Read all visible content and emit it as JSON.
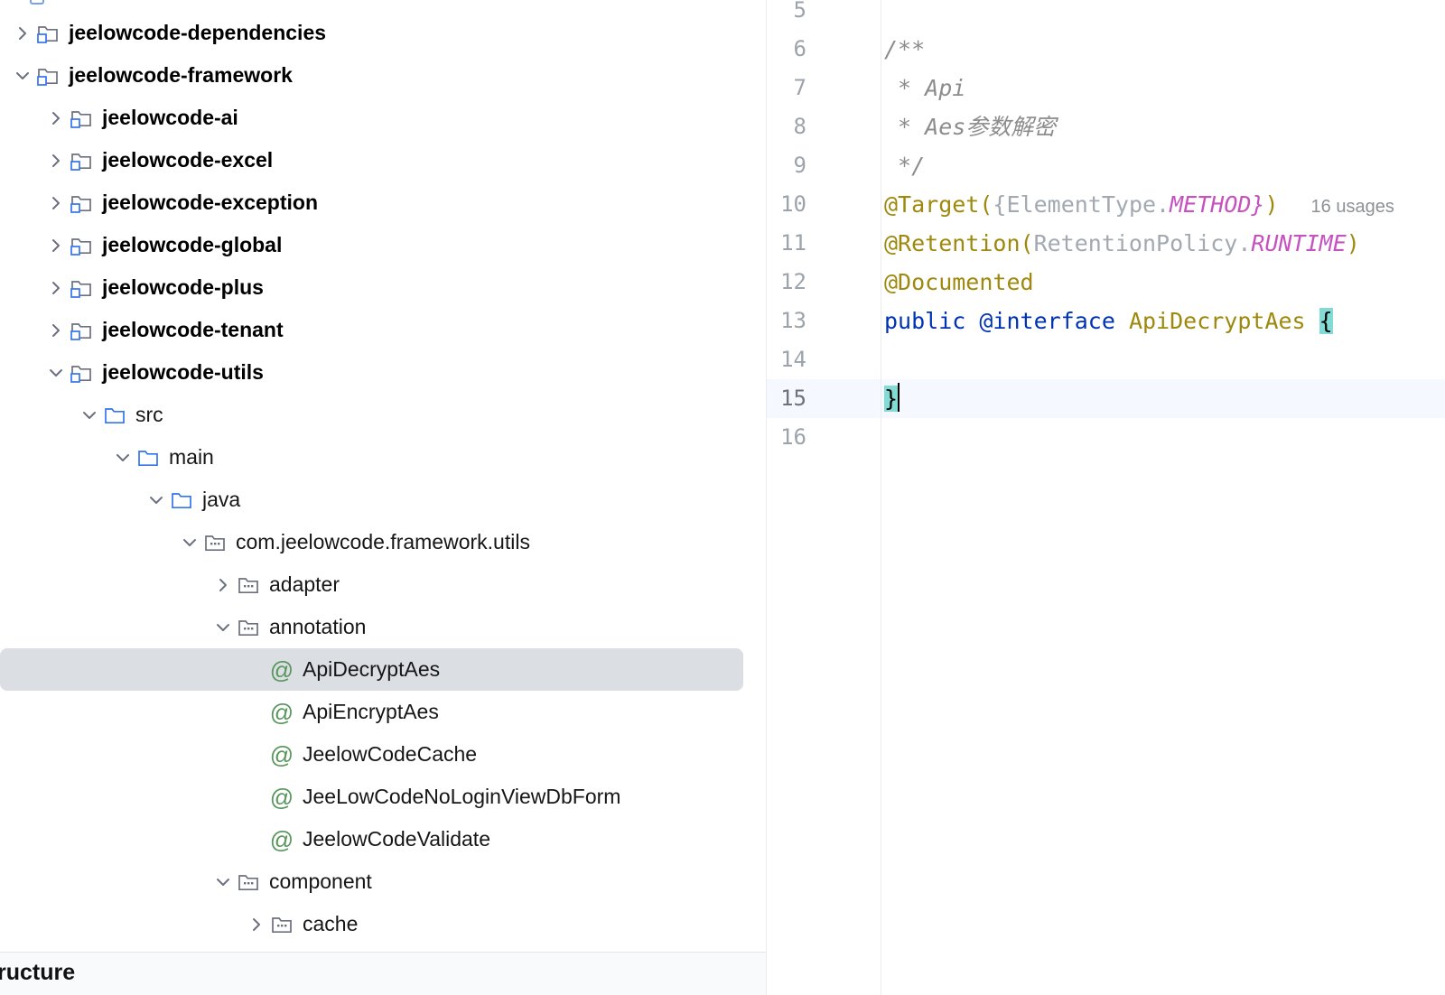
{
  "colors": {
    "selection_bg": "#DBDEE3",
    "current_line_bg": "#F5F8FE",
    "brace_match_bg": "#82DBD4",
    "annotation": "#9E880D",
    "keyword": "#0033B3",
    "comment": "#8C8C8C",
    "constant": "#C552BE"
  },
  "tree": {
    "rows": [
      {
        "label": "jeelowcode-dependencies",
        "icon": "module",
        "chevron": "right",
        "bold": true,
        "level": 0
      },
      {
        "label": "jeelowcode-framework",
        "icon": "module",
        "chevron": "down",
        "bold": true,
        "level": 0
      },
      {
        "label": "jeelowcode-ai",
        "icon": "module",
        "chevron": "right",
        "bold": true,
        "level": 1
      },
      {
        "label": "jeelowcode-excel",
        "icon": "module",
        "chevron": "right",
        "bold": true,
        "level": 1
      },
      {
        "label": "jeelowcode-exception",
        "icon": "module",
        "chevron": "right",
        "bold": true,
        "level": 1
      },
      {
        "label": "jeelowcode-global",
        "icon": "module",
        "chevron": "right",
        "bold": true,
        "level": 1
      },
      {
        "label": "jeelowcode-plus",
        "icon": "module",
        "chevron": "right",
        "bold": true,
        "level": 1
      },
      {
        "label": "jeelowcode-tenant",
        "icon": "module",
        "chevron": "right",
        "bold": true,
        "level": 1
      },
      {
        "label": "jeelowcode-utils",
        "icon": "module",
        "chevron": "down",
        "bold": true,
        "level": 1
      },
      {
        "label": "src",
        "icon": "folder",
        "chevron": "down",
        "level": 2
      },
      {
        "label": "main",
        "icon": "folder",
        "chevron": "down",
        "level": 3
      },
      {
        "label": "java",
        "icon": "folder",
        "chevron": "down",
        "level": 4
      },
      {
        "label": "com.jeelowcode.framework.utils",
        "icon": "package",
        "chevron": "down",
        "level": 5
      },
      {
        "label": "adapter",
        "icon": "package",
        "chevron": "right",
        "level": 6
      },
      {
        "label": "annotation",
        "icon": "package",
        "chevron": "down",
        "level": 6
      },
      {
        "label": "ApiDecryptAes",
        "icon": "annotation",
        "chevron": "none",
        "level": 7,
        "selected": true
      },
      {
        "label": "ApiEncryptAes",
        "icon": "annotation",
        "chevron": "none",
        "level": 7
      },
      {
        "label": "JeelowCodeCache",
        "icon": "annotation",
        "chevron": "none",
        "level": 7
      },
      {
        "label": "JeeLowCodeNoLoginViewDbForm",
        "icon": "annotation",
        "chevron": "none",
        "level": 7
      },
      {
        "label": "JeelowCodeValidate",
        "icon": "annotation",
        "chevron": "none",
        "level": 7
      },
      {
        "label": "component",
        "icon": "package",
        "chevron": "down",
        "level": 6
      },
      {
        "label": "cache",
        "icon": "package",
        "chevron": "right",
        "level": 7
      }
    ]
  },
  "structure_panel": {
    "label": "ructure"
  },
  "editor": {
    "lines": [
      {
        "num": "5",
        "tokens": []
      },
      {
        "num": "6",
        "tokens": [
          {
            "t": "/**",
            "c": "cmt"
          }
        ]
      },
      {
        "num": "7",
        "tokens": [
          {
            "t": " * Api",
            "c": "cmt"
          }
        ]
      },
      {
        "num": "8",
        "tokens": [
          {
            "t": " * Aes参数解密",
            "c": "cmt"
          }
        ]
      },
      {
        "num": "9",
        "tokens": [
          {
            "t": " */",
            "c": "cmt"
          }
        ]
      },
      {
        "num": "10",
        "tokens": [
          {
            "t": "@Target(",
            "c": "ann"
          },
          {
            "t": "{",
            "c": "ref"
          },
          {
            "t": "ElementType.",
            "c": "ref"
          },
          {
            "t": "METHOD",
            "c": "const"
          },
          {
            "t": "}",
            "c": "const"
          },
          {
            "t": ")",
            "c": "ann"
          },
          {
            "t": "16 usages",
            "c": "usages"
          }
        ]
      },
      {
        "num": "11",
        "tokens": [
          {
            "t": "@Retention(",
            "c": "ann"
          },
          {
            "t": "RetentionPolicy.",
            "c": "ref"
          },
          {
            "t": "RUNTIME",
            "c": "const"
          },
          {
            "t": ")",
            "c": "ann"
          }
        ]
      },
      {
        "num": "12",
        "tokens": [
          {
            "t": "@Documented",
            "c": "ann"
          }
        ]
      },
      {
        "num": "13",
        "tokens": [
          {
            "t": "public ",
            "c": "kw"
          },
          {
            "t": "@interface ",
            "c": "kw"
          },
          {
            "t": "ApiDecryptAes ",
            "c": "ann"
          },
          {
            "t": "{",
            "c": "brace"
          }
        ]
      },
      {
        "num": "14",
        "tokens": []
      },
      {
        "num": "15",
        "current": true,
        "tokens": [
          {
            "t": "}",
            "c": "brace"
          },
          {
            "t": "",
            "c": "caret"
          }
        ]
      },
      {
        "num": "16",
        "tokens": []
      }
    ]
  }
}
